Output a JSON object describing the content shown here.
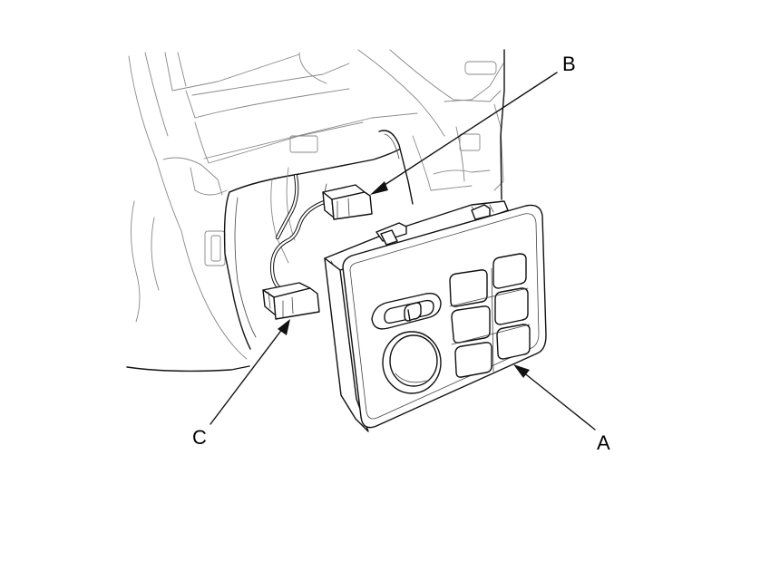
{
  "callouts": {
    "a": {
      "letter": "A"
    },
    "b": {
      "letter": "B"
    },
    "c": {
      "letter": "C"
    }
  },
  "colors": {
    "line": "#111111",
    "background": "#ffffff"
  }
}
